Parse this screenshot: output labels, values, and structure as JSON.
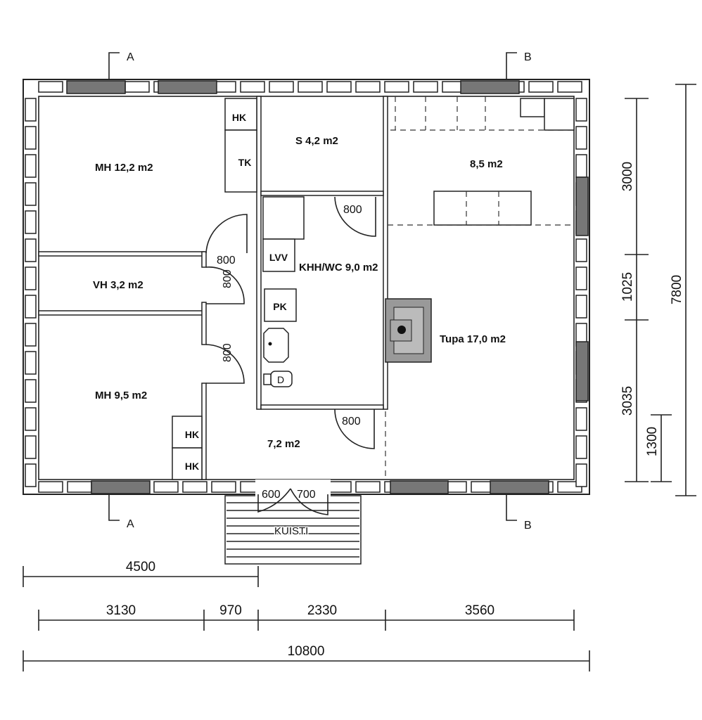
{
  "rooms": {
    "mh1": "MH 12,2 m2",
    "vh": "VH 3,2 m2",
    "mh2": "MH 9,5 m2",
    "sauna": "S 4,2 m2",
    "khh": "KHH/WC 9,0 m2",
    "kitchen": "8,5 m2",
    "tupa": "Tupa 17,0 m2",
    "hall": "7,2 m2",
    "porch": "KUISTI"
  },
  "fixtures": {
    "hk": "HK",
    "tk": "TK",
    "lvv": "LVV",
    "pk": "PK",
    "d": "D"
  },
  "doors": {
    "d800": "800",
    "d600": "600",
    "d700": "700"
  },
  "sections": {
    "a": "A",
    "b": "B"
  },
  "dimensions": {
    "bottom_4500": "4500",
    "bottom_3130": "3130",
    "bottom_970": "970",
    "bottom_2330": "2330",
    "bottom_3560": "3560",
    "total_10800": "10800",
    "right_3000": "3000",
    "right_1025": "1025",
    "right_3035": "3035",
    "right_1300": "1300",
    "total_7800": "7800"
  }
}
